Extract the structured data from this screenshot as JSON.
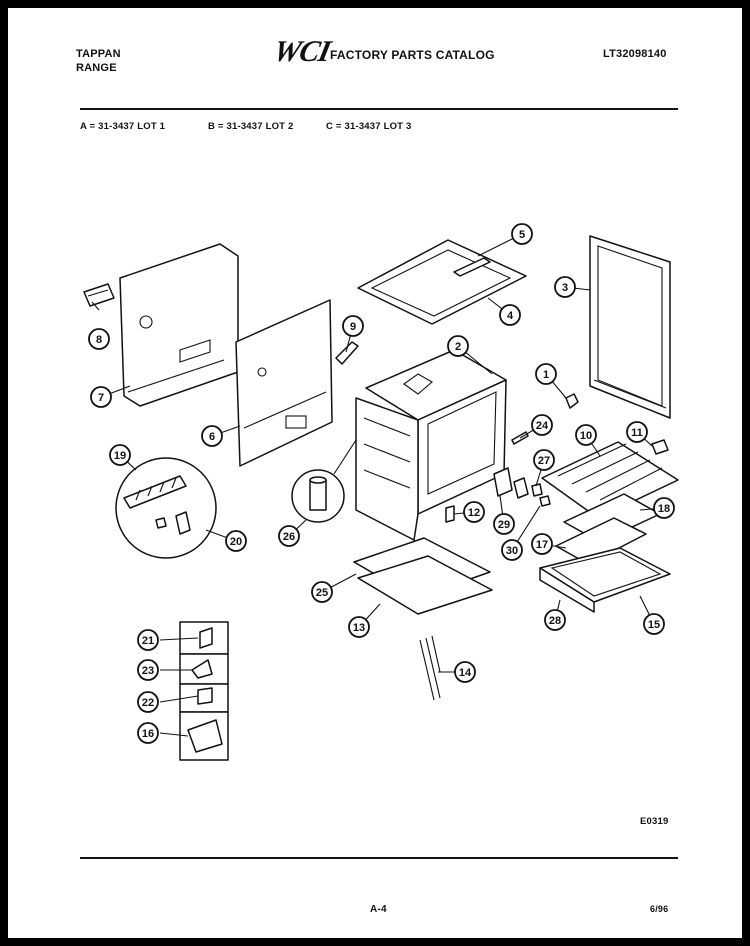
{
  "header": {
    "brand_line1": "TAPPAN",
    "brand_line2": "RANGE",
    "logo_text": "WCI",
    "catalog_title": "FACTORY PARTS CATALOG",
    "model_number": "LT32098140"
  },
  "lots": {
    "a": "A = 31-3437 LOT 1",
    "b": "B = 31-3437 LOT 2",
    "c": "C = 31-3437 LOT 3"
  },
  "callouts": [
    {
      "id": "1",
      "label": "1"
    },
    {
      "id": "2",
      "label": "2"
    },
    {
      "id": "3",
      "label": "3"
    },
    {
      "id": "4",
      "label": "4"
    },
    {
      "id": "5",
      "label": "5"
    },
    {
      "id": "6",
      "label": "6"
    },
    {
      "id": "7",
      "label": "7"
    },
    {
      "id": "8",
      "label": "8"
    },
    {
      "id": "9",
      "label": "9"
    },
    {
      "id": "10",
      "label": "10"
    },
    {
      "id": "11",
      "label": "11"
    },
    {
      "id": "12",
      "label": "12"
    },
    {
      "id": "13",
      "label": "13"
    },
    {
      "id": "14",
      "label": "14"
    },
    {
      "id": "15",
      "label": "15"
    },
    {
      "id": "16",
      "label": "16"
    },
    {
      "id": "17",
      "label": "17"
    },
    {
      "id": "18",
      "label": "18"
    },
    {
      "id": "19",
      "label": "19"
    },
    {
      "id": "20",
      "label": "20"
    },
    {
      "id": "21",
      "label": "21"
    },
    {
      "id": "22",
      "label": "22"
    },
    {
      "id": "23",
      "label": "23"
    },
    {
      "id": "24",
      "label": "24"
    },
    {
      "id": "25",
      "label": "25"
    },
    {
      "id": "26",
      "label": "26"
    },
    {
      "id": "27",
      "label": "27"
    },
    {
      "id": "28",
      "label": "28"
    },
    {
      "id": "29",
      "label": "29"
    },
    {
      "id": "30",
      "label": "30"
    }
  ],
  "footer": {
    "figure_code": "E0319",
    "page_number": "A-4",
    "date": "6/96"
  }
}
